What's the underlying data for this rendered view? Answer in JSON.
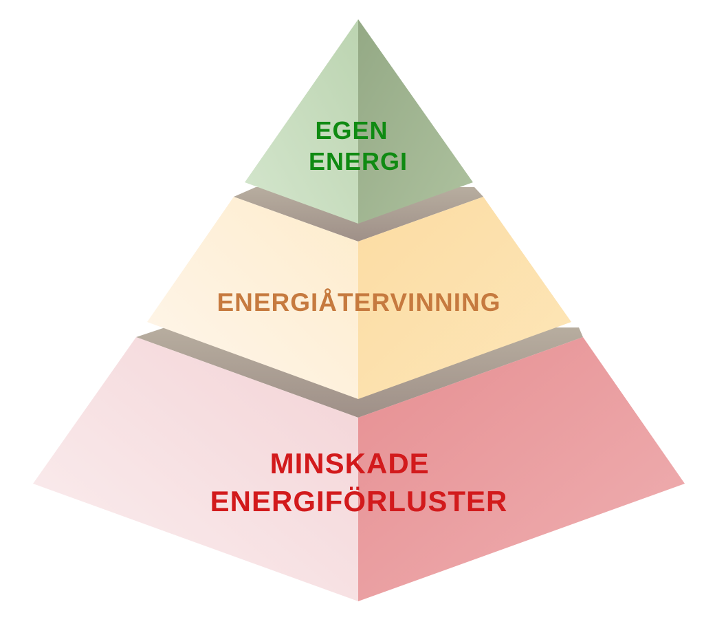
{
  "diagram": {
    "tiers": [
      {
        "lines": [
          "EGEN",
          "ENERGI"
        ],
        "text_color": "#0f8a12",
        "face_left_color": "#cfe2c8",
        "face_right_color": "#9db38c"
      },
      {
        "lines": [
          "ENERGIÅTERVINNING"
        ],
        "text_color": "#c67a3f",
        "face_left_color": "#fff3e4",
        "face_right_color": "#fddfa6"
      },
      {
        "lines": [
          "MINSKADE",
          "ENERGIFÖRLUSTER"
        ],
        "text_color": "#d21a1c",
        "face_left_color": "#f7e4e6",
        "face_right_color": "#e99496"
      }
    ],
    "separator_color": "#a89d94"
  }
}
